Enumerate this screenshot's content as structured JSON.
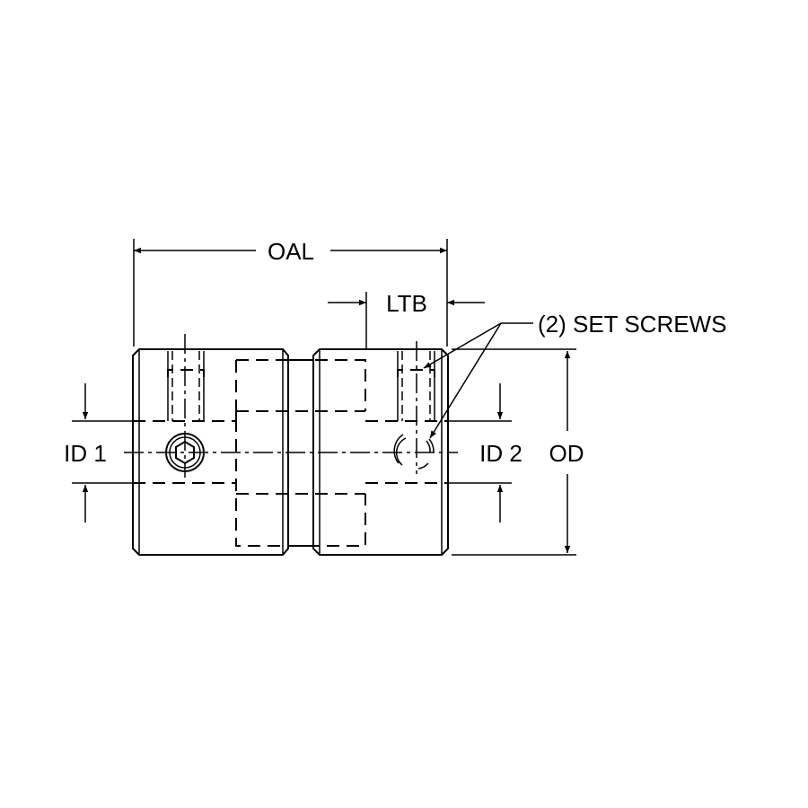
{
  "labels": {
    "oal": "OAL",
    "ltb": "LTB",
    "set_screws": "(2) SET SCREWS",
    "id1": "ID 1",
    "id2": "ID 2",
    "od": "OD"
  }
}
